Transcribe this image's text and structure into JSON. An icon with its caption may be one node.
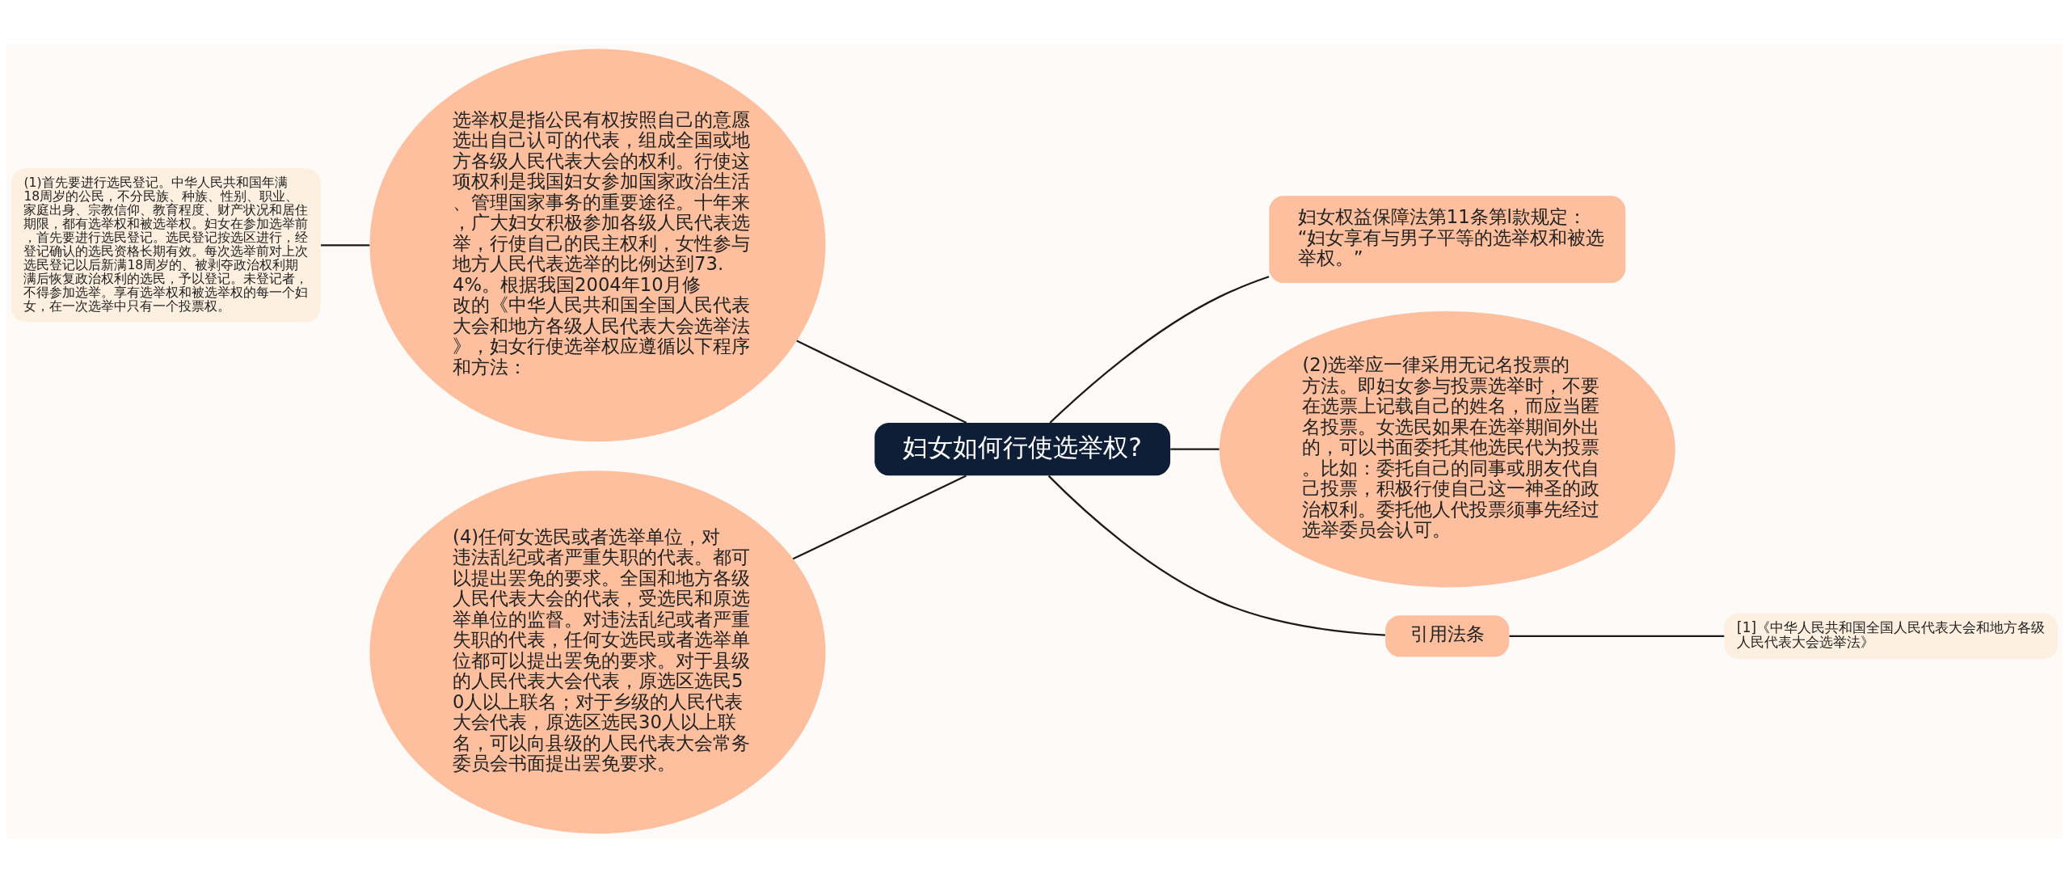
{
  "diagram": {
    "nodes": [
      {
        "text": [
          "妇女如何行使选举权?"
        ]
      },
      {
        "text": [
          "选举权是指公民有权按照自己的意愿选出自己认可的代表，组成全国或地方各级人民代表大会的权利。行使这项权利是我国妇女参加国家政治生活、管理国家事务的重要途径。十年来，广大妇女积极参加各级人民代表选举，行使自己的民主权利，女性参与地方人民代表选举的比例达到73.4%。根据我国2004年10月修改的《中华人民共和国全国人民代表大会和地方各级人民代表大会选举法》，妇女行使选举权应遵循以下程序和方法："
        ]
      },
      {
        "text": [
          "(1)首先要进行选民登记。中华人民共和国年满18周岁的公民，不分民族、种族、性别、职业、家庭出身、宗教信仰、教育程度、财产状况和居住期限，都有选举权和被选举权。妇女在参加选举前，首先要进行选民登记。选民登记按选区进行，经登记确认的选民资格长期有效。每次选举前对上次选民登记以后新满18周岁的、被剥夺政治权利期满后恢复政治权利的选民，予以登记。未登记者，不得参加选举。享有选举权和被选举权的每一个妇女，在一次选举中只有一个投票权。"
        ]
      },
      {
        "text": [
          "(4)任何女选民或者选举单位，对违法乱纪或者严重失职的代表。都可以提出罢免的要求。全国和地方各级人民代表大会的代表，受选民和原选举单位的监督。对违法乱纪或者严重失职的代表，任何女选民或者选举单位都可以提出罢免的要求。对于县级的人民代表大会代表，原选区选民50人以上联名；对于乡级的人民代表大会代表，原选区选民30人以上联名，可以向县级的人民代表大会常务委员会书面提出罢免要求。"
        ]
      },
      {
        "text": [
          "妇女权益保障法第11条第l款规定：“妇女享有与男子平等的选举权和被选举权。”"
        ]
      },
      {
        "text": [
          "(2)选举应一律采用无记名投票的方法。即妇女参与投票选举时，不要在选票上记载自己的姓名，而应当匿名投票。女选民如果在选举期间外出的，可以书面委托其他选民代为投票。比如：委托自己的同事或朋友代自己投票，积极行使自己这一神圣的政治权利。委托他人代投票须事先经过选举委员会认可。"
        ]
      },
      {
        "text": [
          "引用法条"
        ]
      },
      {
        "text": [
          "[1]《中华人民共和国全国人民代表大会和地方各级人民代表大会选举法》"
        ]
      }
    ],
    "edges": [
      {
        "from": 0,
        "to": 1,
        "arrow": "none"
      },
      {
        "from": 1,
        "to": 2,
        "arrow": "none"
      },
      {
        "from": 0,
        "to": 3,
        "arrow": "none"
      },
      {
        "from": 0,
        "to": 4,
        "arrow": "none"
      },
      {
        "from": 0,
        "to": 5,
        "arrow": "none"
      },
      {
        "from": 0,
        "to": 6,
        "arrow": "none"
      },
      {
        "from": 6,
        "to": 7,
        "arrow": "none"
      }
    ]
  }
}
